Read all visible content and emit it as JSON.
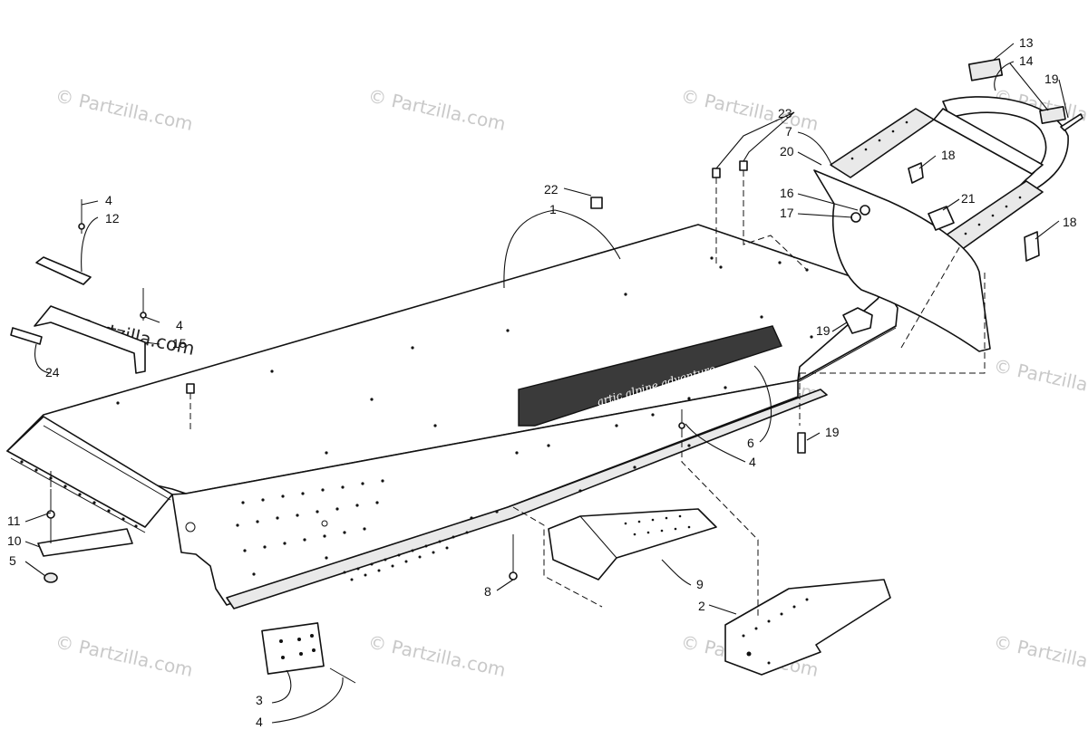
{
  "watermark": {
    "text": "© Partzilla.com"
  },
  "callouts": [
    {
      "label": "1"
    },
    {
      "label": "2"
    },
    {
      "label": "3"
    },
    {
      "label": "4"
    },
    {
      "label": "4"
    },
    {
      "label": "4"
    },
    {
      "label": "4"
    },
    {
      "label": "5"
    },
    {
      "label": "6"
    },
    {
      "label": "7"
    },
    {
      "label": "8"
    },
    {
      "label": "9"
    },
    {
      "label": "10"
    },
    {
      "label": "11"
    },
    {
      "label": "12"
    },
    {
      "label": "13"
    },
    {
      "label": "14"
    },
    {
      "label": "15"
    },
    {
      "label": "16"
    },
    {
      "label": "17"
    },
    {
      "label": "18"
    },
    {
      "label": "18"
    },
    {
      "label": "19"
    },
    {
      "label": "19"
    },
    {
      "label": "19"
    },
    {
      "label": "20"
    },
    {
      "label": "21"
    },
    {
      "label": "22"
    },
    {
      "label": "23"
    },
    {
      "label": "24"
    }
  ],
  "decal_text": "artic alpine adventure",
  "colors": {
    "ink": "#111111",
    "watermark": "#c9c9c9",
    "background": "#ffffff"
  }
}
